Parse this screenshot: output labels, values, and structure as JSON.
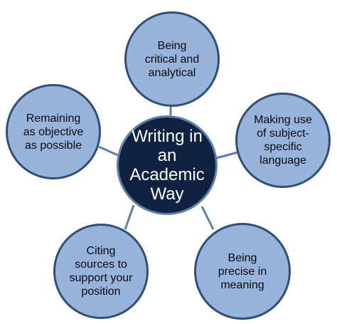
{
  "diagram": {
    "center": "Writing in\nan\nAcademic\nWay",
    "nodes": {
      "top": "Being\ncritical and\nanalytical",
      "right": "Making use\nof subject-\nspecific\nlanguage",
      "left": "Remaining\nas objective\nas possible",
      "bottom_left": "Citing\nsources to\nsupport your\nposition",
      "bottom_right": "Being\nprecise in\nmeaning"
    }
  },
  "colors": {
    "center_fill": "#0f2340",
    "center_border": "#5d7fa8",
    "node_fill": "#98b3dc",
    "node_border": "#2f4f74",
    "connector": "#5b7fa6"
  }
}
